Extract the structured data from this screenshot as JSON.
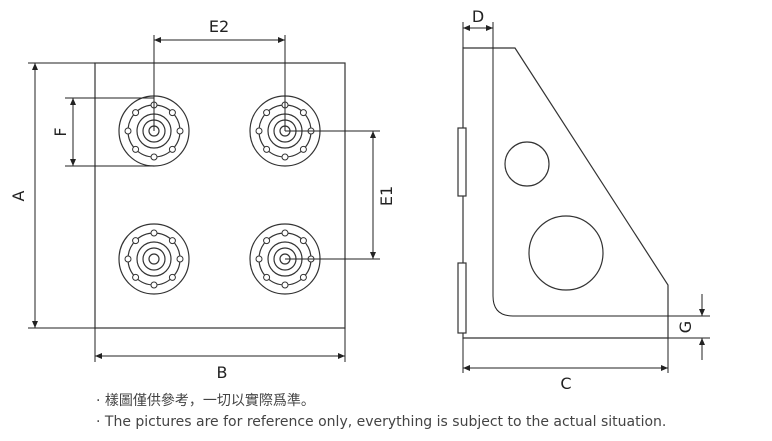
{
  "labels": {
    "A": "A",
    "B": "B",
    "C": "C",
    "D": "D",
    "E1": "E1",
    "E2": "E2",
    "F": "F",
    "G": "G"
  },
  "notes": [
    "· 樣圖僅供參考，一切以實際爲準。",
    "· The pictures are for reference only, everything is subject to the actual situation."
  ]
}
